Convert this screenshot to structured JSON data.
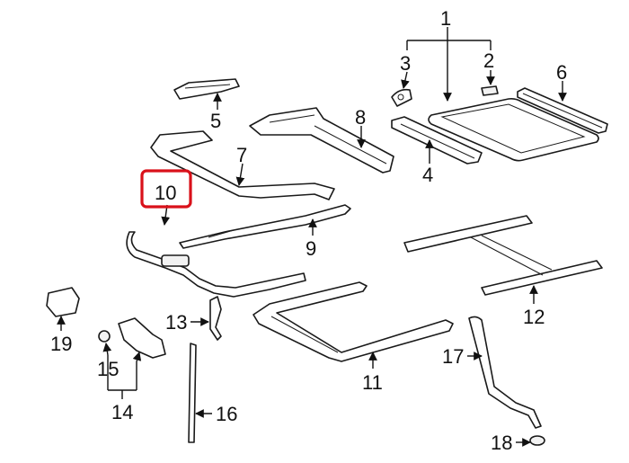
{
  "callouts": {
    "c1": "1",
    "c2": "2",
    "c3": "3",
    "c4": "4",
    "c5": "5",
    "c6": "6",
    "c7": "7",
    "c8": "8",
    "c9": "9",
    "c10": "10",
    "c11": "11",
    "c12": "12",
    "c13": "13",
    "c14": "14",
    "c15": "15",
    "c16": "16",
    "c17": "17",
    "c18": "18",
    "c19": "19"
  },
  "highlighted_callout": "10",
  "colors": {
    "highlight": "#d9111a",
    "line": "#1a1a1a"
  }
}
